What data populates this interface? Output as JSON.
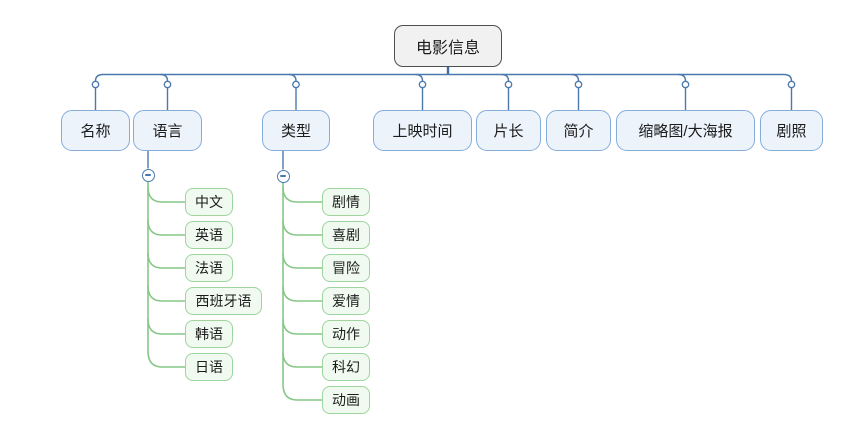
{
  "mindmap": {
    "root": "电影信息",
    "children": [
      {
        "label": "名称"
      },
      {
        "label": "语言",
        "expanded": true,
        "children": [
          "中文",
          "英语",
          "法语",
          "西班牙语",
          "韩语",
          "日语"
        ]
      },
      {
        "label": "类型",
        "expanded": true,
        "children": [
          "剧情",
          "喜剧",
          "冒险",
          "爱情",
          "动作",
          "科幻",
          "动画"
        ]
      },
      {
        "label": "上映时间"
      },
      {
        "label": "片长"
      },
      {
        "label": "简介"
      },
      {
        "label": "缩略图/大海报"
      },
      {
        "label": "剧照"
      }
    ]
  },
  "icons": {
    "collapse": "minus-circle",
    "junction": "small-circle-dot"
  },
  "colors": {
    "connector_blue": "#4b79ad",
    "node_border_blue": "#85add8",
    "node_fill_blue": "#ecf3fb",
    "branch_green": "#86c786",
    "node_border_green": "#9ed49e",
    "node_fill_green": "#f0faf0",
    "root_border": "#4f4f4f",
    "root_fill": "#f1f1f1",
    "background": "#ffffff"
  }
}
